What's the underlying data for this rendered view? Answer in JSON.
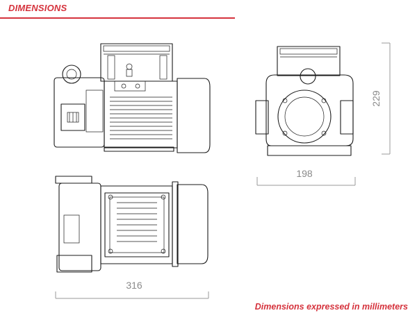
{
  "header": {
    "title": "DIMENSIONS"
  },
  "footer": {
    "note": "Dimensions expressed in millimeters"
  },
  "dimensions": {
    "length": "316",
    "width": "198",
    "height": "229"
  },
  "colors": {
    "accent": "#d5323c",
    "dimension": "#8a8a8a",
    "line": "#1a1a1a"
  }
}
